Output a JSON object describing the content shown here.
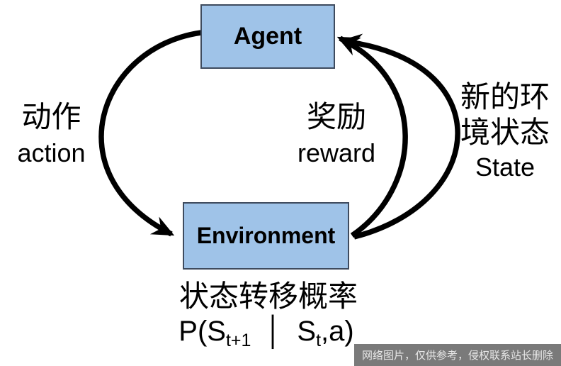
{
  "boxes": {
    "agent": "Agent",
    "environment": "Environment"
  },
  "labels": {
    "action": {
      "zh": "动作",
      "en": "action"
    },
    "reward": {
      "zh": "奖励",
      "en": "reward"
    },
    "state": {
      "zh_line1": "新的环",
      "zh_line2": "境状态",
      "en": "State"
    },
    "transition": {
      "zh": "状态转移概率"
    }
  },
  "formula": {
    "p_open": "P(S",
    "sub_a": "t+1",
    "bar": "│",
    "s_mid": "S",
    "sub_b": "t",
    "close": ",a)"
  },
  "arrows": [
    {
      "name": "action-arrow",
      "from": "Agent",
      "to": "Environment",
      "side": "left"
    },
    {
      "name": "reward-arrow",
      "from": "Environment",
      "to": "Agent",
      "side": "right-inner"
    },
    {
      "name": "state-arrow",
      "from": "Environment",
      "to": "Agent",
      "side": "right-outer"
    }
  ],
  "watermark": {
    "text": "网络图片，仅供参考，侵权联系站长删除"
  },
  "colors": {
    "box_fill": "#9FC3E8",
    "box_border": "#3E4B5E",
    "arrow": "#000000",
    "text": "#000000",
    "watermark_bg": "#7A7A7A",
    "watermark_text": "#E8E8E8",
    "background": "#FFFFFF"
  }
}
